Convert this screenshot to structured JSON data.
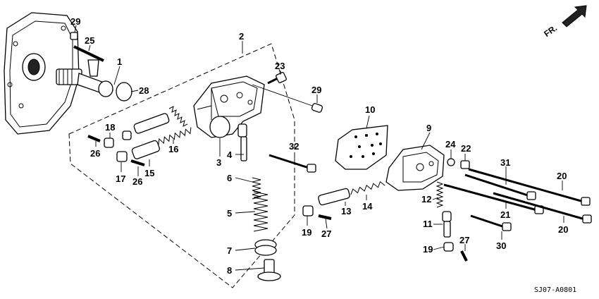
{
  "diagram": {
    "callouts": [
      "29",
      "25",
      "1",
      "28",
      "2",
      "23",
      "29",
      "18",
      "26",
      "16",
      "15",
      "17",
      "26",
      "3",
      "4",
      "6",
      "5",
      "7",
      "8",
      "10",
      "9",
      "32",
      "24",
      "22",
      "31",
      "20",
      "12",
      "21",
      "20",
      "14",
      "13",
      "19",
      "27",
      "11",
      "19",
      "27",
      "30"
    ],
    "code": "SJ07-A0801",
    "orientation_label": "FR."
  }
}
